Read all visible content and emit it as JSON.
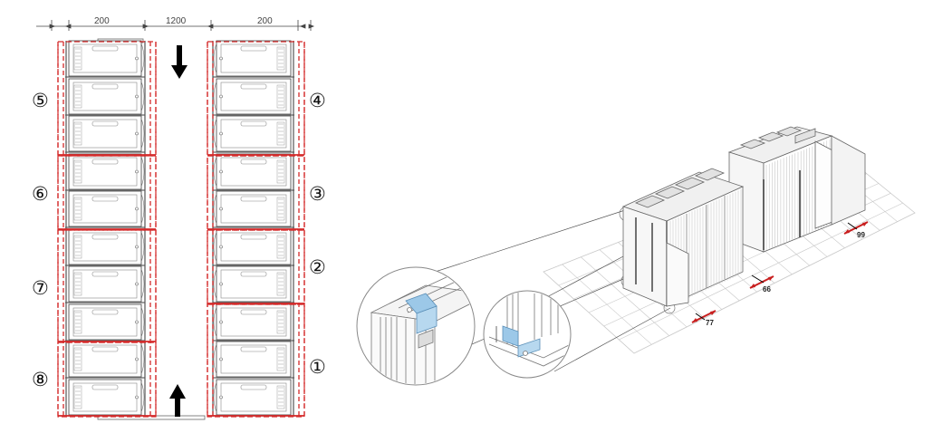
{
  "plan": {
    "dimensions": {
      "left": "200",
      "center": "1200",
      "right": "200"
    },
    "zone_labels": [
      "⑤",
      "④",
      "⑥",
      "③",
      "⑦",
      "②",
      "⑧",
      "①"
    ],
    "colors": {
      "zone_outline": "#d42a2a",
      "rack_line": "#555555",
      "arrow": "#000000"
    }
  },
  "iso": {
    "measurements": [
      "77",
      "66",
      "99"
    ],
    "colors": {
      "grid": "#c8c8c8",
      "measurement": "#c81e1e",
      "bracket_highlight": "#9cc8e8",
      "frame_line": "#666666"
    }
  }
}
